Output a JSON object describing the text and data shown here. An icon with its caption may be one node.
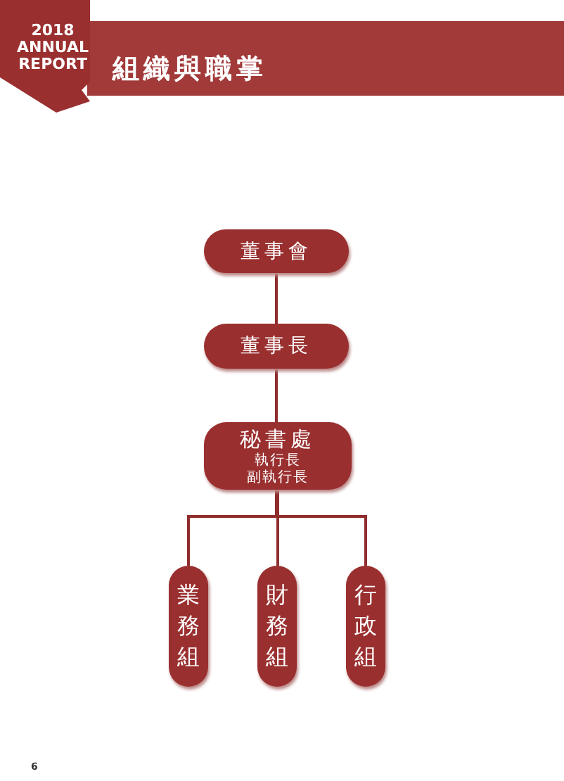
{
  "diagram": {
    "title": "組織與職掌",
    "nodes": [
      {
        "text": [
          "董事會"
        ]
      },
      {
        "text": [
          "董事長"
        ]
      },
      {
        "text": [
          "秘書處",
          "執行長",
          "副執行長"
        ]
      },
      {
        "text": [
          "業務組"
        ]
      },
      {
        "text": [
          "財務組"
        ]
      },
      {
        "text": [
          "行政組"
        ]
      }
    ],
    "edges": [
      {
        "from": 0,
        "to": 1,
        "arrow": "none"
      },
      {
        "from": 1,
        "to": 2,
        "arrow": "none"
      },
      {
        "from": 2,
        "to": 3,
        "arrow": "none"
      },
      {
        "from": 2,
        "to": 4,
        "arrow": "none"
      },
      {
        "from": 2,
        "to": 5,
        "arrow": "none"
      }
    ],
    "labels": [
      "2018 ANNUAL REPORT",
      "6"
    ]
  }
}
